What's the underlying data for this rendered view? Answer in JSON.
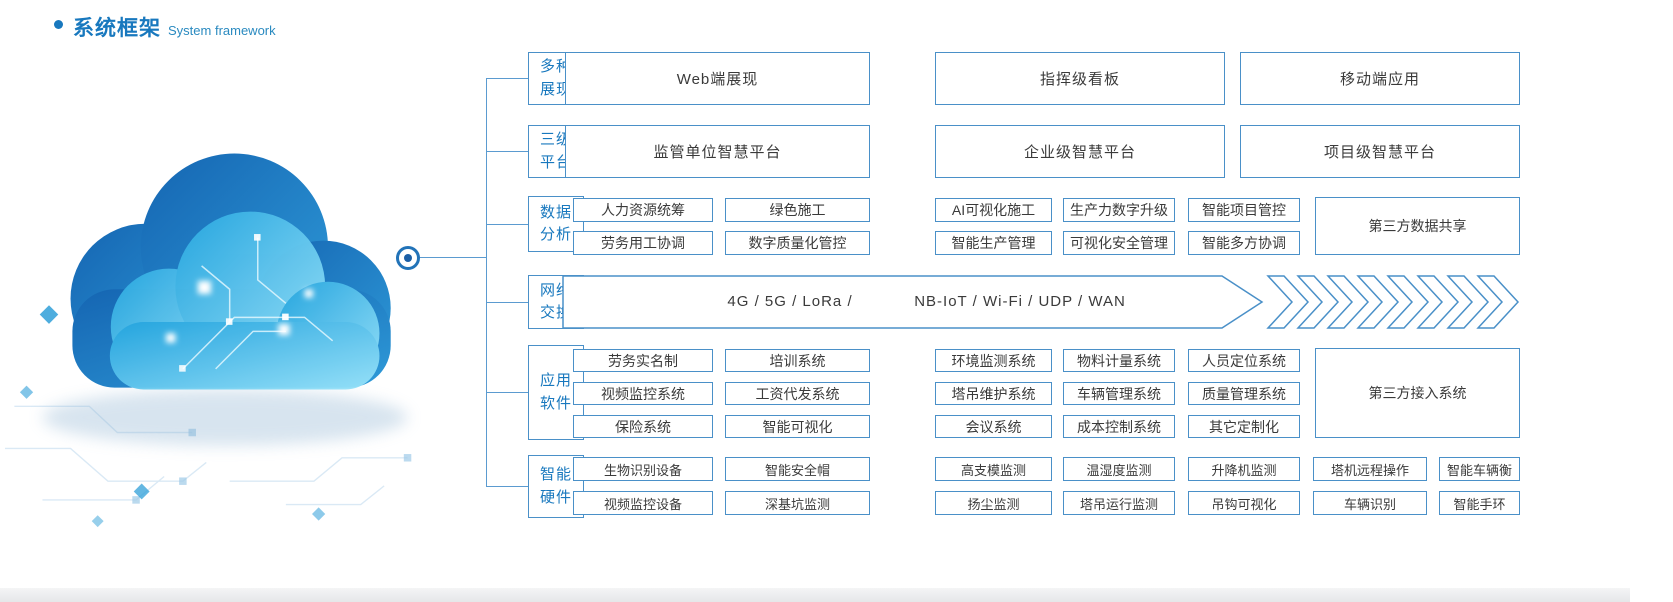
{
  "title": {
    "zh": "系统框架",
    "en": "System framework"
  },
  "colors": {
    "accent": "#1878be",
    "box_border": "#4a90c8",
    "box_text": "#3a3a3a",
    "cloud_dark": "#1565b2",
    "cloud_light": "#25a7e0"
  },
  "icons": {
    "bullet": "dot",
    "node": "target-circle",
    "chevrons": "chevron-right-arrows",
    "cloud": "cloud-3d"
  },
  "categories": [
    {
      "line1": "多种",
      "line2": "展现"
    },
    {
      "line1": "三级",
      "line2": "平台"
    },
    {
      "line1": "数据",
      "line2": "分析"
    },
    {
      "line1": "网络",
      "line2": "交换"
    },
    {
      "line1": "应用",
      "line2": "软件"
    },
    {
      "line1": "智能",
      "line2": "硬件"
    }
  ],
  "sections": {
    "display": {
      "cells": [
        "Web端展现",
        "指挥级看板",
        "移动端应用"
      ]
    },
    "platform": {
      "cells": [
        "监管单位智慧平台",
        "企业级智慧平台",
        "项目级智慧平台"
      ]
    },
    "data_analysis": {
      "r1": [
        "人力资源统筹",
        "绿色施工",
        "AI可视化施工",
        "生产力数字升级",
        "智能项目管控"
      ],
      "r2": [
        "劳务用工协调",
        "数字质量化管控",
        "智能生产管理",
        "可视化安全管理",
        "智能多方协调"
      ],
      "shared": "第三方数据共享"
    },
    "network": {
      "text_left": "4G / 5G / LoRa /",
      "text_right": "NB-IoT / Wi-Fi / UDP / WAN"
    },
    "app_software": {
      "r1": [
        "劳务实名制",
        "培训系统",
        "环境监测系统",
        "物料计量系统",
        "人员定位系统"
      ],
      "r2": [
        "视频监控系统",
        "工资代发系统",
        "塔吊维护系统",
        "车辆管理系统",
        "质量管理系统"
      ],
      "r3": [
        "保险系统",
        "智能可视化",
        "会议系统",
        "成本控制系统",
        "其它定制化"
      ],
      "shared": "第三方接入系统"
    },
    "hardware": {
      "r1": [
        "生物识别设备",
        "智能安全帽",
        "高支模监测",
        "温湿度监测",
        "升降机监测",
        "塔机远程操作",
        "智能车辆衡"
      ],
      "r2": [
        "视频监控设备",
        "深基坑监测",
        "扬尘监测",
        "塔吊运行监测",
        "吊钩可视化",
        "车辆识别",
        "智能手环"
      ]
    }
  }
}
